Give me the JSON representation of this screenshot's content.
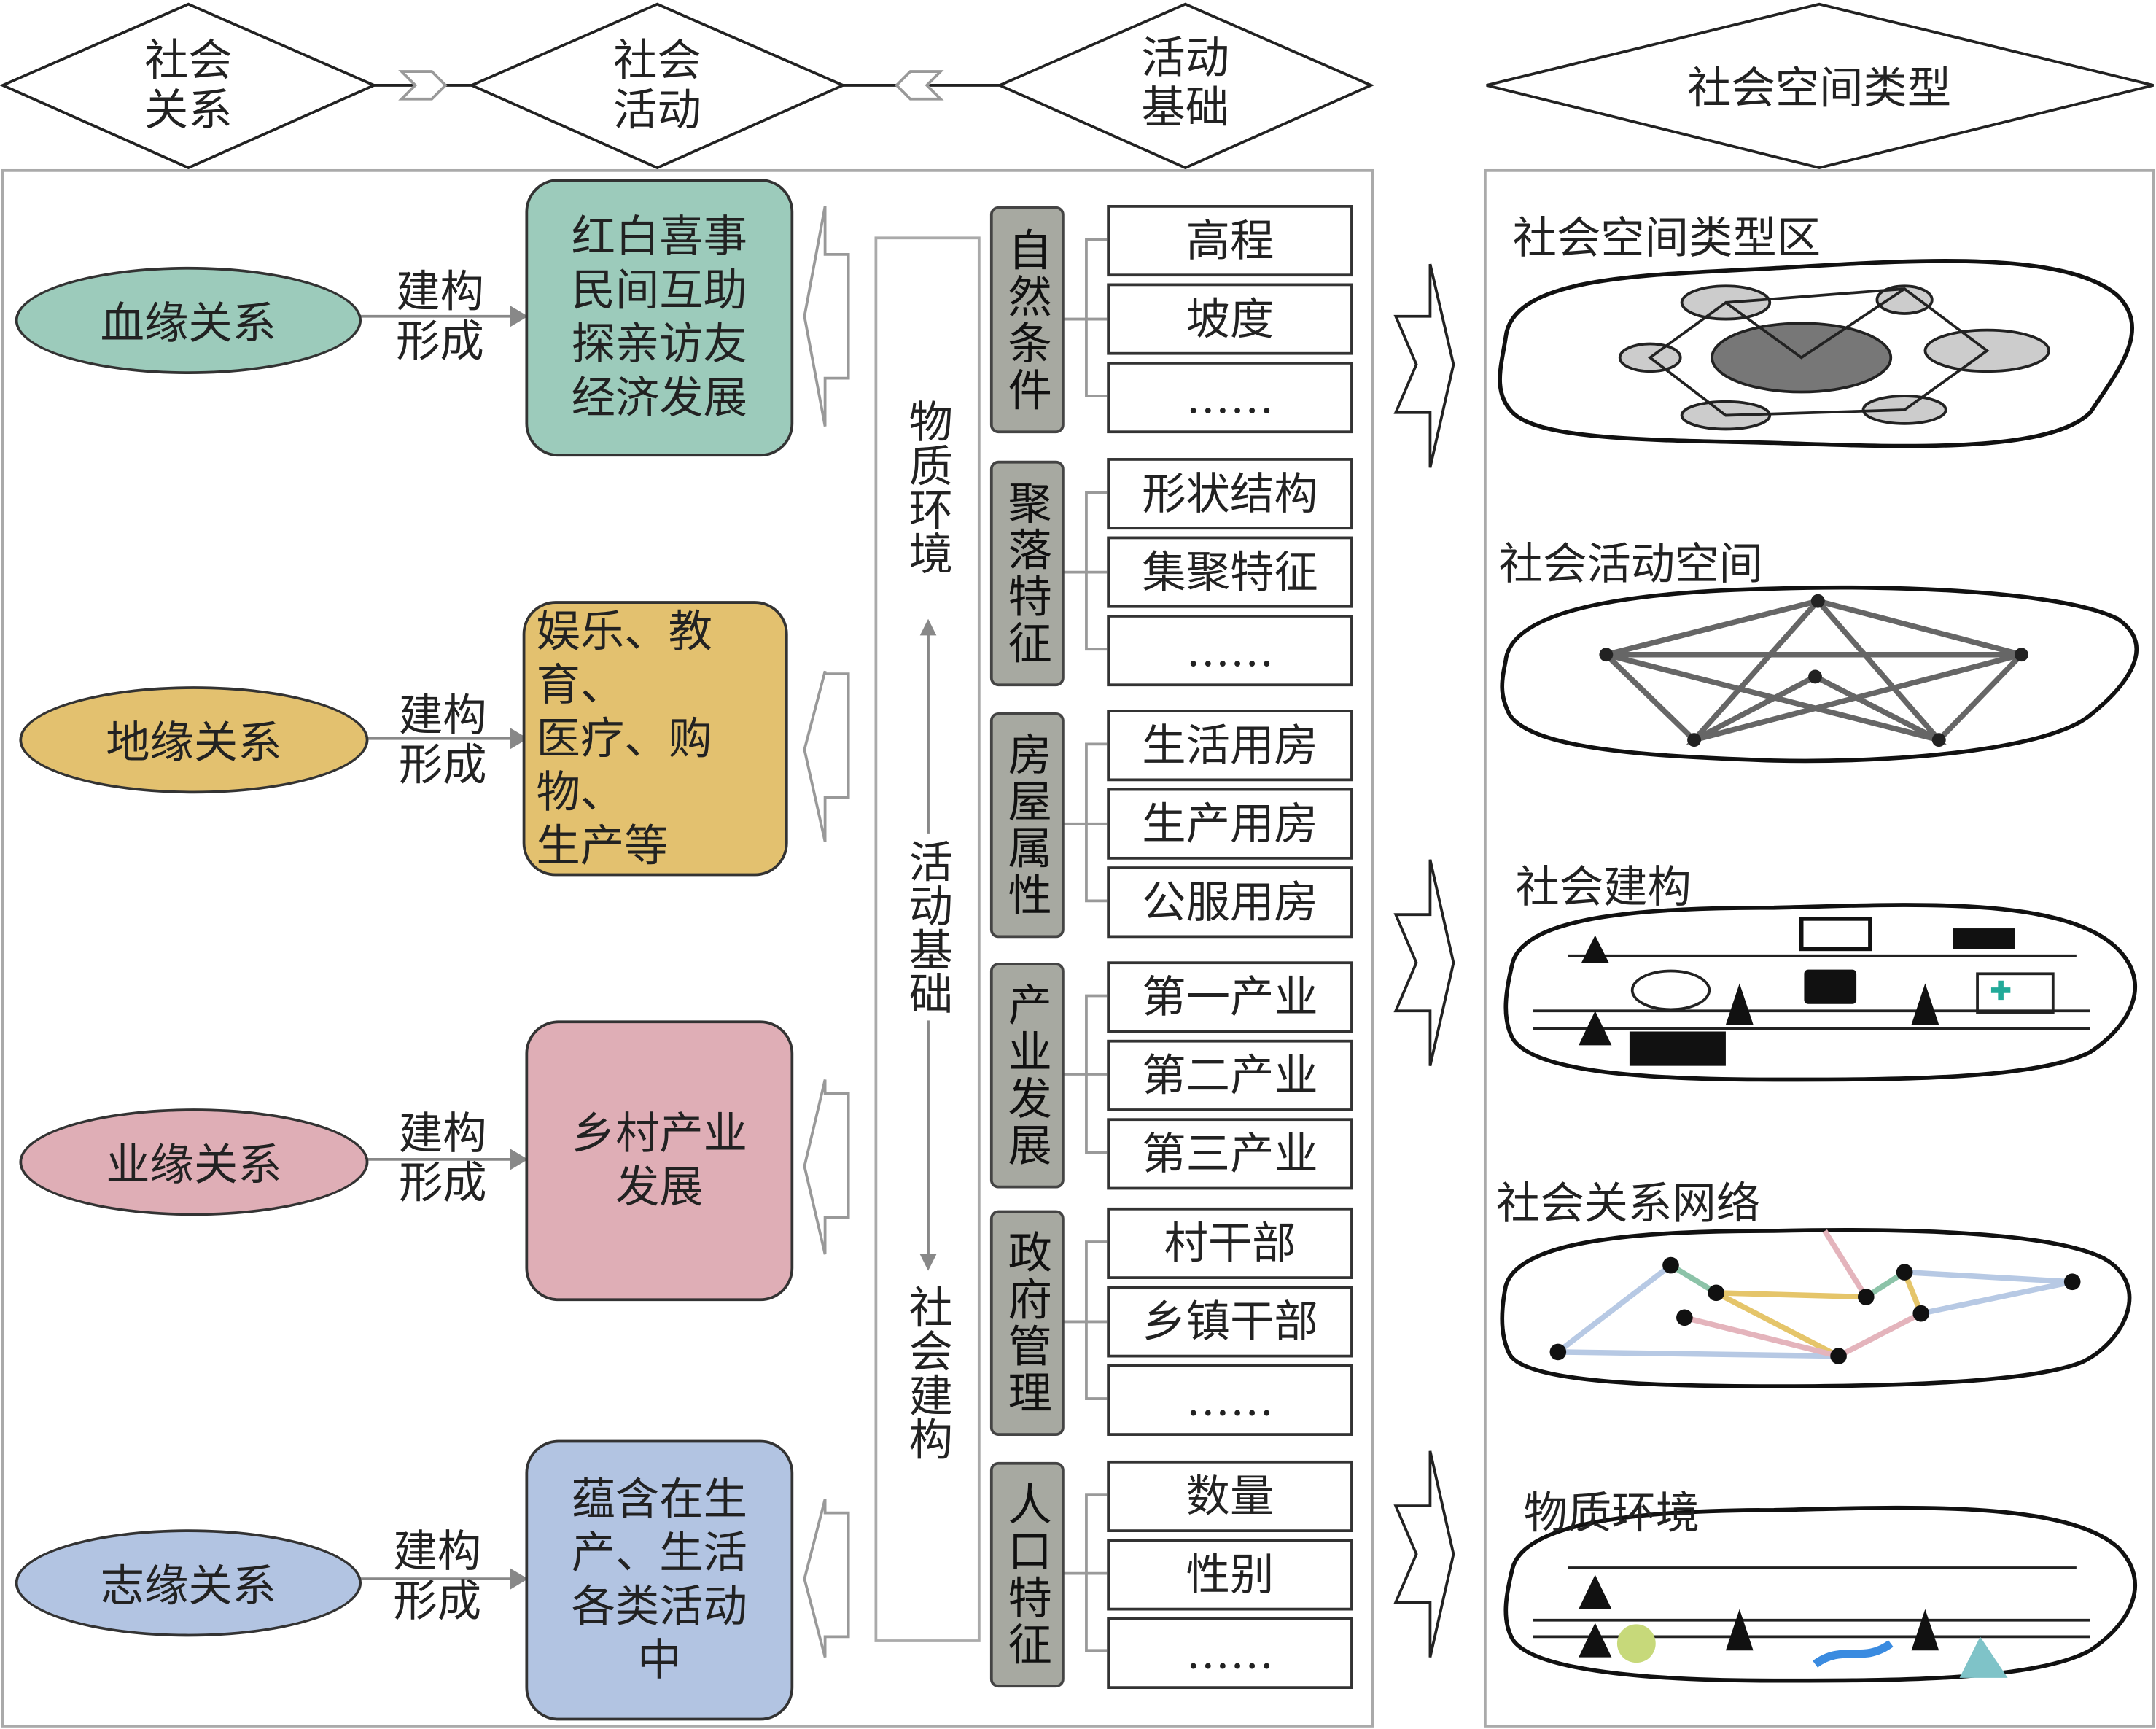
{
  "header": {
    "social_relation": [
      "社会",
      "关系"
    ],
    "social_activity": [
      "社会",
      "活动"
    ],
    "activity_base": [
      "活动",
      "基础"
    ],
    "space_type": "社会空间类型"
  },
  "relations": [
    {
      "label": "血缘关系",
      "color": "#9ccbbb",
      "connector": [
        "建构",
        "形成"
      ],
      "activities": [
        "红白喜事",
        "民间互助",
        "探亲访友",
        "经济发展"
      ],
      "box_color": "#9ccbbb"
    },
    {
      "label": "地缘关系",
      "color": "#e3c16f",
      "connector": [
        "建构",
        "形成"
      ],
      "activities": [
        "娱乐、教育、",
        "医疗、购物、",
        "生产等"
      ],
      "box_color": "#e3c16f"
    },
    {
      "label": "业缘关系",
      "color": "#dfaeb6",
      "connector": [
        "建构",
        "形成"
      ],
      "activities": [
        "乡村产业",
        "发展"
      ],
      "box_color": "#dfaeb6"
    },
    {
      "label": "志缘关系",
      "color": "#b2c4e2",
      "connector": [
        "建构",
        "形成"
      ],
      "activities": [
        "蕴含在生",
        "产、生活",
        "各类活动",
        "中"
      ],
      "box_color": "#b2c4e2"
    }
  ],
  "bracket": {
    "top": "物质环境",
    "middle": "活动基础",
    "bottom": "社会建构"
  },
  "bases": [
    {
      "label": "自然条件",
      "items": [
        "高程",
        "坡度",
        "……"
      ]
    },
    {
      "label": "聚落特征",
      "items": [
        "形状结构",
        "集聚特征",
        "……"
      ]
    },
    {
      "label": "房屋属性",
      "items": [
        "生活用房",
        "生产用房",
        "公服用房"
      ]
    },
    {
      "label": "产业发展",
      "items": [
        "第一产业",
        "第二产业",
        "第三产业"
      ]
    },
    {
      "label": "政府管理",
      "items": [
        "村干部",
        "乡镇干部",
        "……"
      ]
    },
    {
      "label": "人口特征",
      "items": [
        "数量",
        "性别",
        "……"
      ]
    }
  ],
  "space_types": [
    "社会空间类型区",
    "社会活动空间",
    "社会建构",
    "社会关系网络",
    "物质环境"
  ],
  "colors": {
    "gray_box": "#a7a9a1",
    "border": "#333333",
    "panel_border": "#aaaaaa"
  }
}
